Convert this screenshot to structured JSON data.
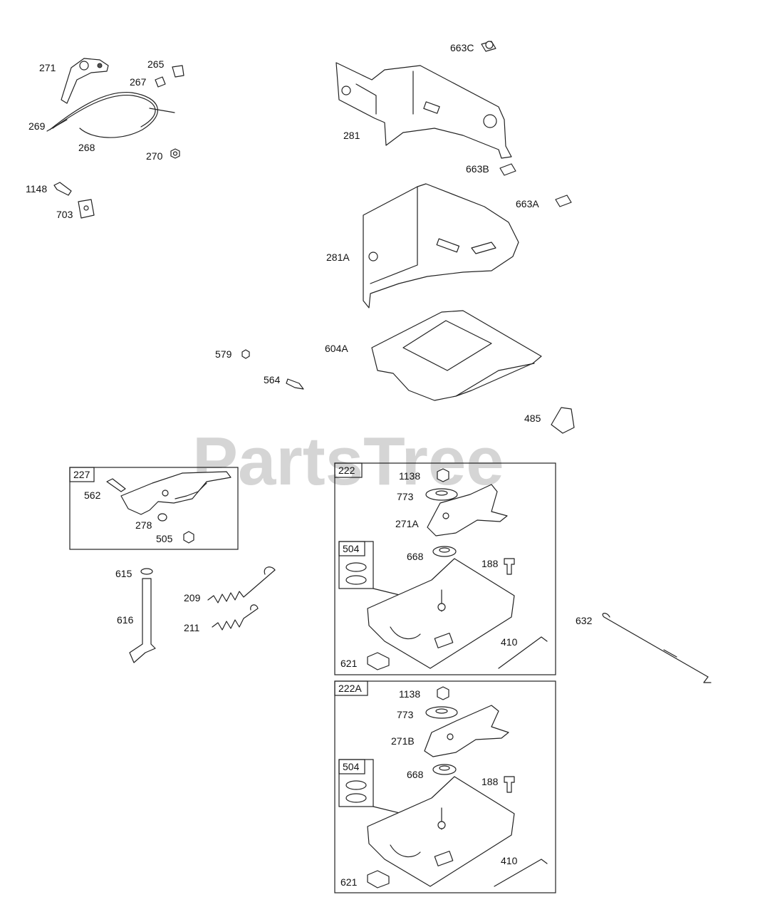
{
  "watermark": "PartsTree",
  "callouts": {
    "c271": "271",
    "c265": "265",
    "c267": "267",
    "c269": "269",
    "c268": "268",
    "c270": "270",
    "c1148": "1148",
    "c703": "703",
    "c663C": "663C",
    "c281": "281",
    "c663B": "663B",
    "c663A": "663A",
    "c281A": "281A",
    "c579": "579",
    "c564": "564",
    "c604A": "604A",
    "c485": "485",
    "c227": "227",
    "c562": "562",
    "c278": "278",
    "c505": "505",
    "c615": "615",
    "c616": "616",
    "c209": "209",
    "c211": "211",
    "c632": "632",
    "g1_222": "222",
    "g1_1138": "1138",
    "g1_773": "773",
    "g1_271A": "271A",
    "g1_504": "504",
    "g1_668": "668",
    "g1_188": "188",
    "g1_410": "410",
    "g1_621": "621",
    "g2_222A": "222A",
    "g2_1138": "1138",
    "g2_773": "773",
    "g2_271B": "271B",
    "g2_504": "504",
    "g2_668": "668",
    "g2_188": "188",
    "g2_410": "410",
    "g2_621": "621"
  }
}
